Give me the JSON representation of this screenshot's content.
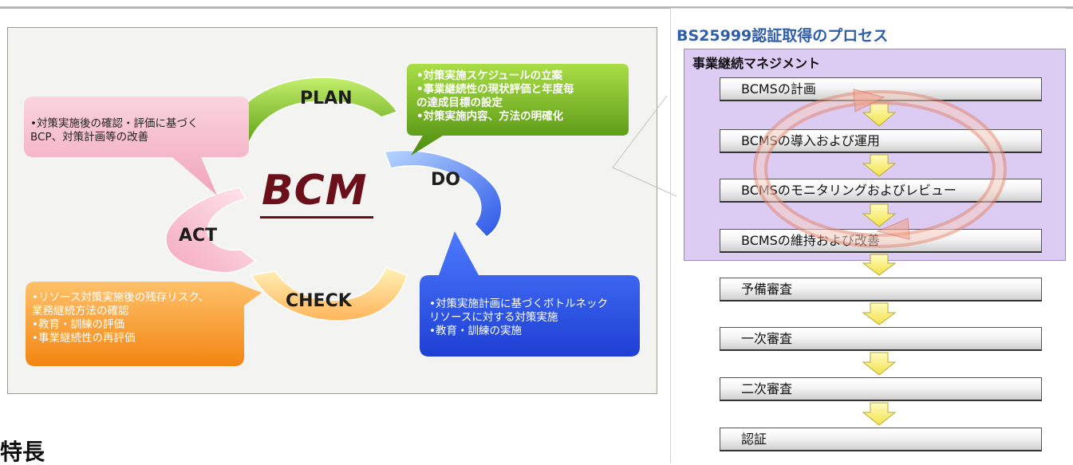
{
  "cycle": {
    "center": "BCM",
    "plan": {
      "label": "PLAN",
      "notes": [
        "•対策実施スケジュールの立案",
        "•事業継続性の現状評価と年度毎",
        "の達成目標の設定",
        "•対策実施内容、方法の明確化"
      ]
    },
    "do": {
      "label": "DO",
      "notes": [
        "•対策実施計画に基づくボトルネック",
        "リソースに対する対策実施",
        "•教育・訓練の実施"
      ]
    },
    "check": {
      "label": "CHECK",
      "notes": [
        "•リソース対策実施後の残存リスク、",
        "業務継続方法の確認",
        "•教育・訓練の評価",
        "•事業継続性の再評価"
      ]
    },
    "act": {
      "label": "ACT",
      "notes": [
        "•対策実施後の確認・評価に基づく",
        "BCP、対策計画等の改善"
      ]
    }
  },
  "process": {
    "title": "BS25999認証取得のプロセス",
    "management_label": "事業継続マネジメント",
    "steps": [
      "BCMSの計画",
      "BCMSの導入および運用",
      "BCMSのモニタリングおよびレビュー",
      "BCMSの維持および改善",
      "予備審査",
      "一次審査",
      "二次審査",
      "認証"
    ]
  },
  "page": {
    "heading_fragment": "特長"
  },
  "colors": {
    "plan": "#7cc02a",
    "do": "#2f5ff0",
    "check": "#ff9a2a",
    "act": "#f5b9cb",
    "title": "#2f5da8",
    "management_bg": "#dccbf3",
    "arrow": "#fff27a"
  }
}
